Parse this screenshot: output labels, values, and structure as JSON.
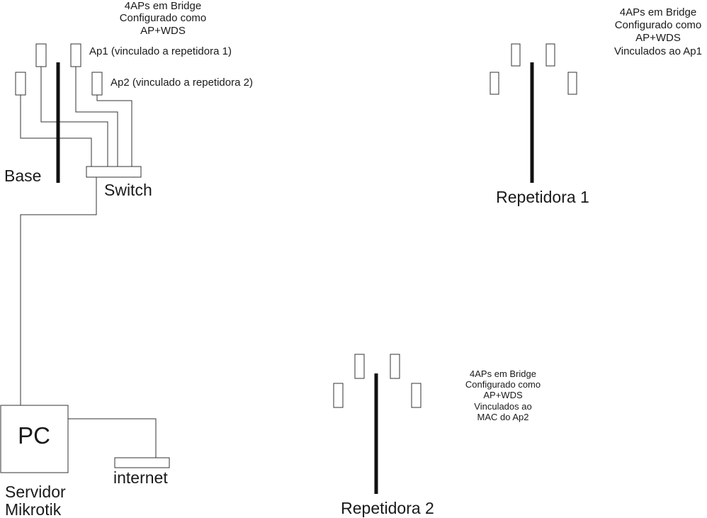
{
  "base": {
    "note": [
      "4APs em Bridge",
      "Configurado como",
      "AP+WDS"
    ],
    "ap1_label": "Ap1 (vinculado a repetidora 1)",
    "ap2_label": "Ap2 (vinculado a repetidora 2)",
    "label": "Base",
    "switch_label": "Switch"
  },
  "repeater1": {
    "note": [
      "4APs em Bridge",
      "Configurado como",
      "AP+WDS",
      "Vinculados ao  Ap1"
    ],
    "label": "Repetidora 1"
  },
  "repeater2": {
    "note": [
      "4APs em Bridge",
      "Configurado como",
      "AP+WDS",
      "Vinculados ao",
      "MAC do Ap2"
    ],
    "label": "Repetidora 2"
  },
  "server": {
    "box_label": "PC",
    "label_line1": "Servidor",
    "label_line2": "Mikrotik",
    "internet_label": "internet"
  }
}
